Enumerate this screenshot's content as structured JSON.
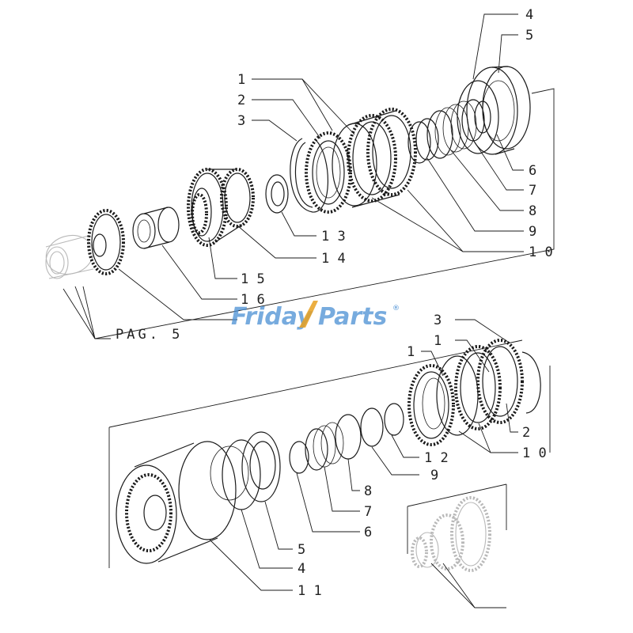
{
  "watermark": {
    "text_a": "Friday",
    "text_b": "Parts",
    "mark": "®"
  },
  "reference": "PAG.  5",
  "upper_labels": {
    "l1": "1",
    "l2": "2",
    "l3": "3",
    "l4": "4",
    "l5": "5",
    "l6": "6",
    "l7": "7",
    "l8": "8",
    "l9": "9",
    "l10": "1 0",
    "l13": "1 3",
    "l14": "1 4",
    "l15": "1 5",
    "l16": "1 6"
  },
  "lower_labels": {
    "l3": "3",
    "l1a": "1",
    "l1b": "1",
    "l2": "2",
    "l10": "1 0",
    "l12": "1 2",
    "l9": "9",
    "l8": "8",
    "l7": "7",
    "l6": "6",
    "l5": "5",
    "l4": "4",
    "l11": "1 1"
  }
}
